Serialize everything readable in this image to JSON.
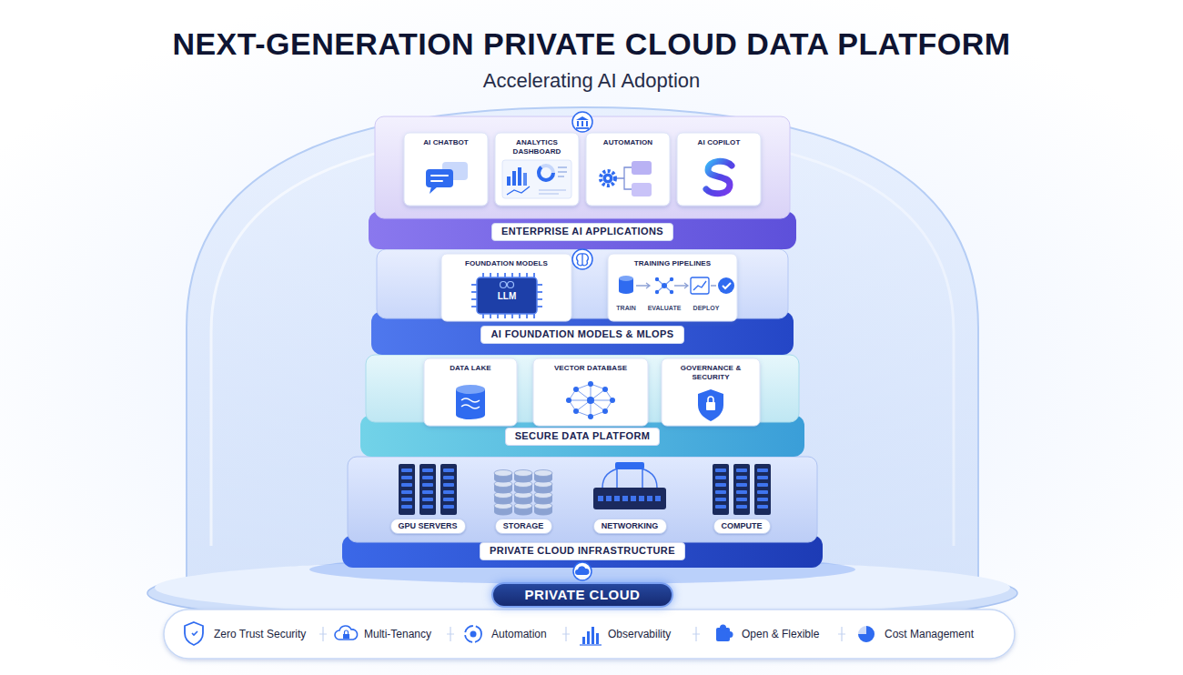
{
  "diagram": {
    "title": "NEXT-GENERATION PRIVATE CLOUD DATA PLATFORM",
    "nodes": [
      {
        "text": [
          "ENTERPRISE AI APPLICATIONS"
        ]
      },
      {
        "text": [
          "AI CHATBOT"
        ],
        "in": 0
      },
      {
        "text": [
          "ANALYTICS DASHBOARD"
        ],
        "in": 0
      },
      {
        "text": [
          "AUTOMATION"
        ],
        "in": 0
      },
      {
        "text": [
          "AI COPILOT"
        ],
        "in": 0
      },
      {
        "text": [
          "AI FOUNDATION MODELS & MLOPS"
        ]
      },
      {
        "text": [
          "FOUNDATION MODELS",
          "LLM"
        ],
        "in": 5
      },
      {
        "text": [
          "TRAINING PIPELINES",
          "TRAIN",
          "EVALUATE",
          "DEPLOY"
        ],
        "in": 5
      },
      {
        "text": [
          "SECURE DATA PLATFORM"
        ]
      },
      {
        "text": [
          "DATA LAKE"
        ],
        "in": 8
      },
      {
        "text": [
          "VECTOR DATABASE"
        ],
        "in": 8
      },
      {
        "text": [
          "GOVERNANCE & SECURITY"
        ],
        "in": 8
      },
      {
        "text": [
          "PRIVATE CLOUD INFRASTRUCTURE"
        ]
      },
      {
        "text": [
          "GPU SERVERS"
        ],
        "in": 12
      },
      {
        "text": [
          "STORAGE"
        ],
        "in": 12
      },
      {
        "text": [
          "NETWORKING"
        ],
        "in": 12
      },
      {
        "text": [
          "COMPUTE"
        ],
        "in": 12
      },
      {
        "text": [
          "PRIVATE CLOUD"
        ]
      }
    ],
    "labels": [
      "Accelerating AI Adoption",
      "Zero Trust Security",
      "Multi-Tenancy",
      "Automation",
      "Observability",
      "Open & Flexible",
      "Cost Management"
    ]
  }
}
